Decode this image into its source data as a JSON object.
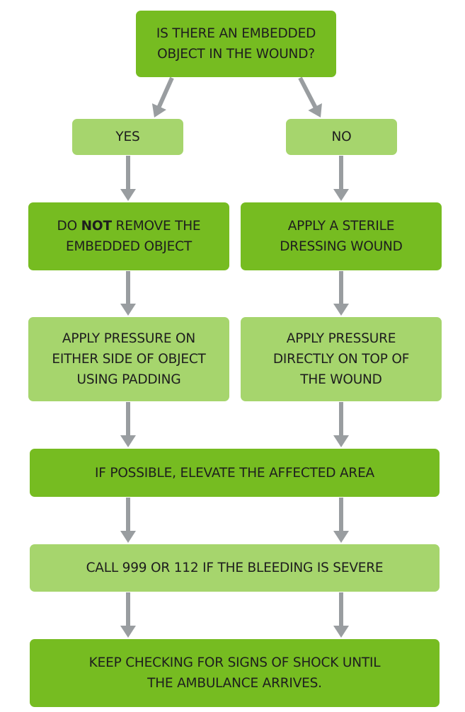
{
  "colors": {
    "dark_box": "#76bc21",
    "light_box": "#a6d56d",
    "arrow": "#999da0",
    "text": "#1e1e1e"
  },
  "flowchart": {
    "question": {
      "line1": "IS THERE AN EMBEDDED",
      "line2": "OBJECT IN THE WOUND?"
    },
    "yes_label": "YES",
    "no_label": "NO",
    "yes_step1": {
      "prefix": "DO ",
      "emphasis": "NOT",
      "suffix": " REMOVE THE",
      "line2": "EMBEDDED OBJECT"
    },
    "no_step1": {
      "line1": "APPLY A STERILE",
      "line2": "DRESSING WOUND"
    },
    "yes_step2": {
      "line1": "APPLY PRESSURE ON",
      "line2": "EITHER SIDE OF OBJECT",
      "line3": "USING PADDING"
    },
    "no_step2": {
      "line1": "APPLY PRESSURE",
      "line2": "DIRECTLY ON TOP OF",
      "line3": "THE WOUND"
    },
    "elevate": "IF POSSIBLE, ELEVATE THE AFFECTED AREA",
    "call": "CALL 999 OR 112 IF THE BLEEDING IS SEVERE",
    "shock": {
      "line1": "KEEP CHECKING FOR SIGNS OF SHOCK UNTIL",
      "line2": "THE AMBULANCE ARRIVES."
    }
  }
}
